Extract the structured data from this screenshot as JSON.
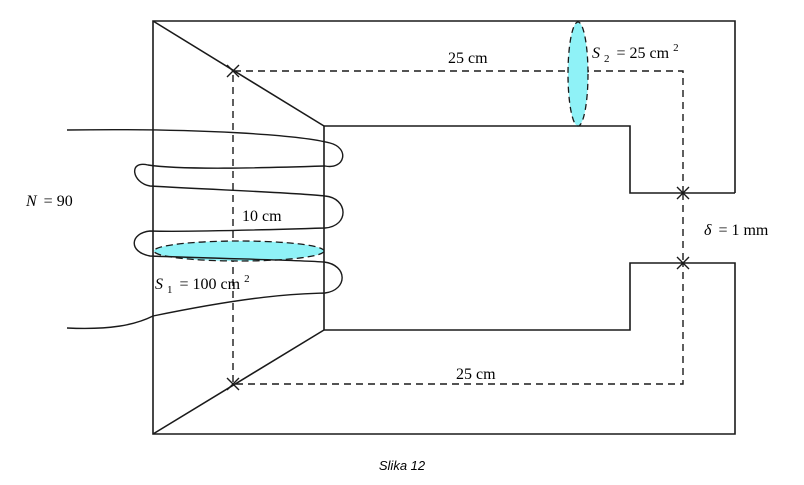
{
  "figure": {
    "caption": "Slika 12",
    "labels": {
      "turns_var": "N",
      "turns_value": "= 90",
      "top_path_length": "25 cm",
      "bottom_path_length": "25 cm",
      "left_path_length": "10 cm",
      "s1_var": "S",
      "s1_sub": "1",
      "s1_value": "= 100 cm",
      "s1_exp": "2",
      "s2_var": "S",
      "s2_sub": "2",
      "s2_value": "= 25 cm",
      "s2_exp": "2",
      "gap_var": "δ",
      "gap_value": "= 1 mm"
    },
    "colors": {
      "stroke": "#1a1a1a",
      "cross_section_fill": "#8ff2f7"
    }
  }
}
